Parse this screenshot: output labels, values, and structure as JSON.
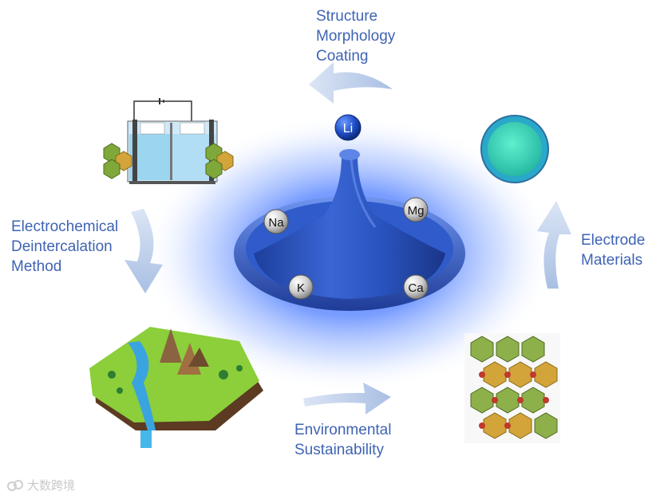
{
  "labels": {
    "top": [
      "Structure",
      "Morphology",
      "Coating"
    ],
    "left": [
      "Electrochemical",
      "Deintercalation",
      "Method"
    ],
    "right": [
      "Electrode",
      "Materials"
    ],
    "bottom": [
      "Environmental",
      "Sustainability"
    ]
  },
  "ions": {
    "top": "Li",
    "upper_left": "Na",
    "upper_right": "Mg",
    "lower_left": "K",
    "lower_right": "Ca"
  },
  "watermark": "大数跨境",
  "colors": {
    "text": "#3f63b4",
    "arrow": "#b4c8e6",
    "funnel": "#2b52b8",
    "glow": "#4a7dff",
    "li_ion": "#1f4fc8",
    "sphere_core": "#3ed6b8",
    "sphere_shell": "#2aa8c9"
  }
}
